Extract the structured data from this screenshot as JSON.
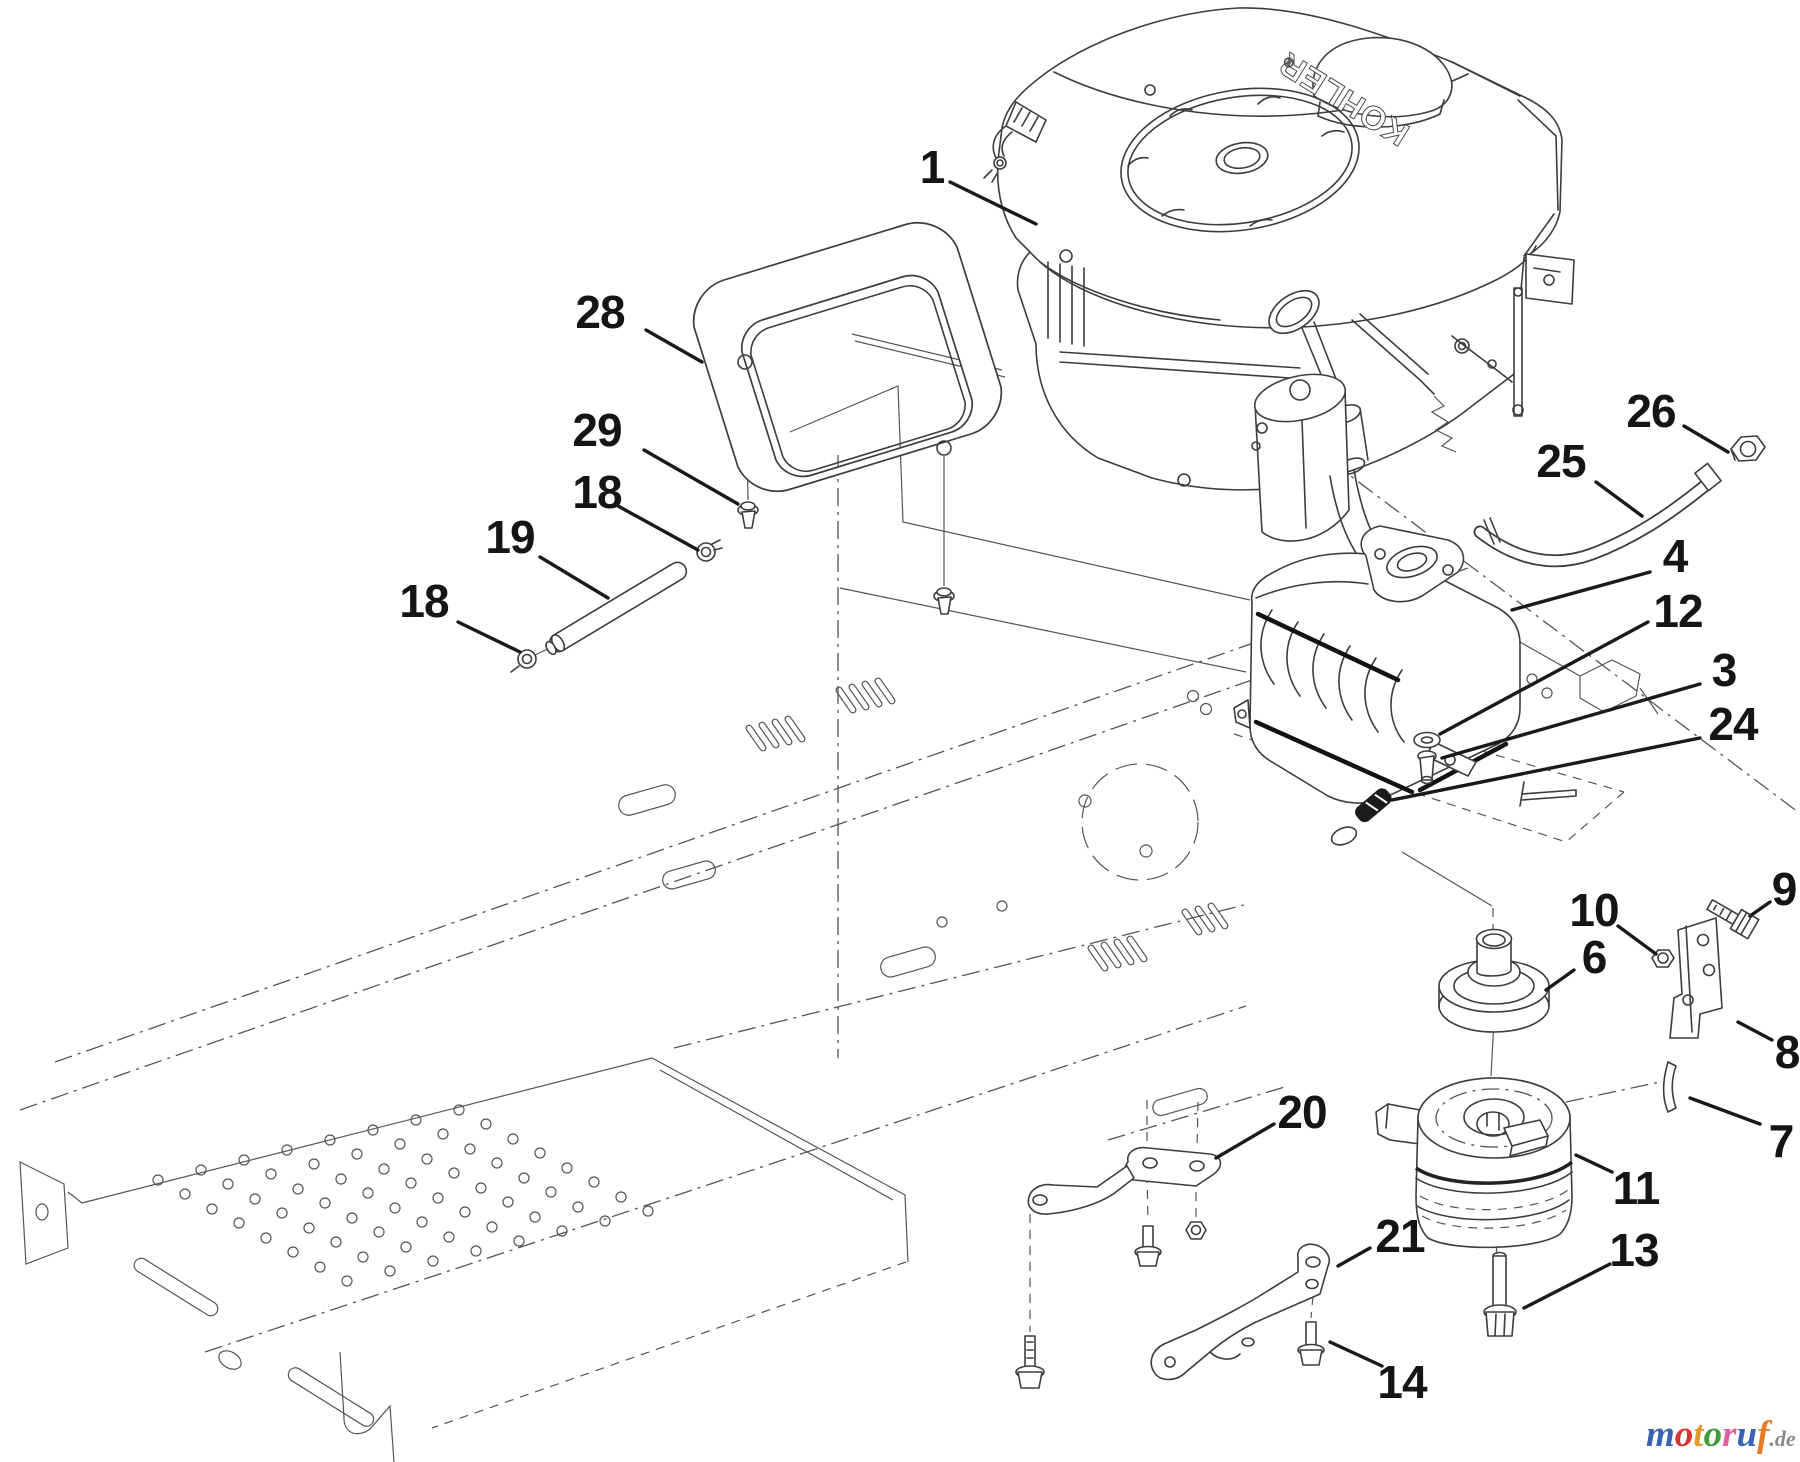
{
  "brand": {
    "engine_label": "KOHLER",
    "registered_mark": "®"
  },
  "callouts": [
    {
      "label": "1"
    },
    {
      "label": "28"
    },
    {
      "label": "29"
    },
    {
      "label": "18"
    },
    {
      "label": "19"
    },
    {
      "label": "18"
    },
    {
      "label": "26"
    },
    {
      "label": "25"
    },
    {
      "label": "4"
    },
    {
      "label": "12"
    },
    {
      "label": "3"
    },
    {
      "label": "24"
    },
    {
      "label": "9"
    },
    {
      "label": "10"
    },
    {
      "label": "6"
    },
    {
      "label": "8"
    },
    {
      "label": "7"
    },
    {
      "label": "11"
    },
    {
      "label": "13"
    },
    {
      "label": "20"
    },
    {
      "label": "21"
    },
    {
      "label": "14"
    }
  ],
  "watermark": {
    "brand_letters": [
      {
        "ch": "m",
        "style": "color:#3a63b5"
      },
      {
        "ch": "o",
        "style": "color:#d63430"
      },
      {
        "ch": "t",
        "style": "color:#e09a2c"
      },
      {
        "ch": "o",
        "style": "color:#3f9e3a"
      },
      {
        "ch": "r",
        "style": "color:#e05fa0"
      },
      {
        "ch": "u",
        "style": "color:#3a63b5"
      },
      {
        "ch": "f",
        "style": "color:#e87b26"
      }
    ],
    "domain": ".de",
    "domain_style": "color:#8a8a8a"
  },
  "colors": {
    "line": "#3d3d3d",
    "label": "#151515",
    "leader": "#1a1a1a"
  }
}
